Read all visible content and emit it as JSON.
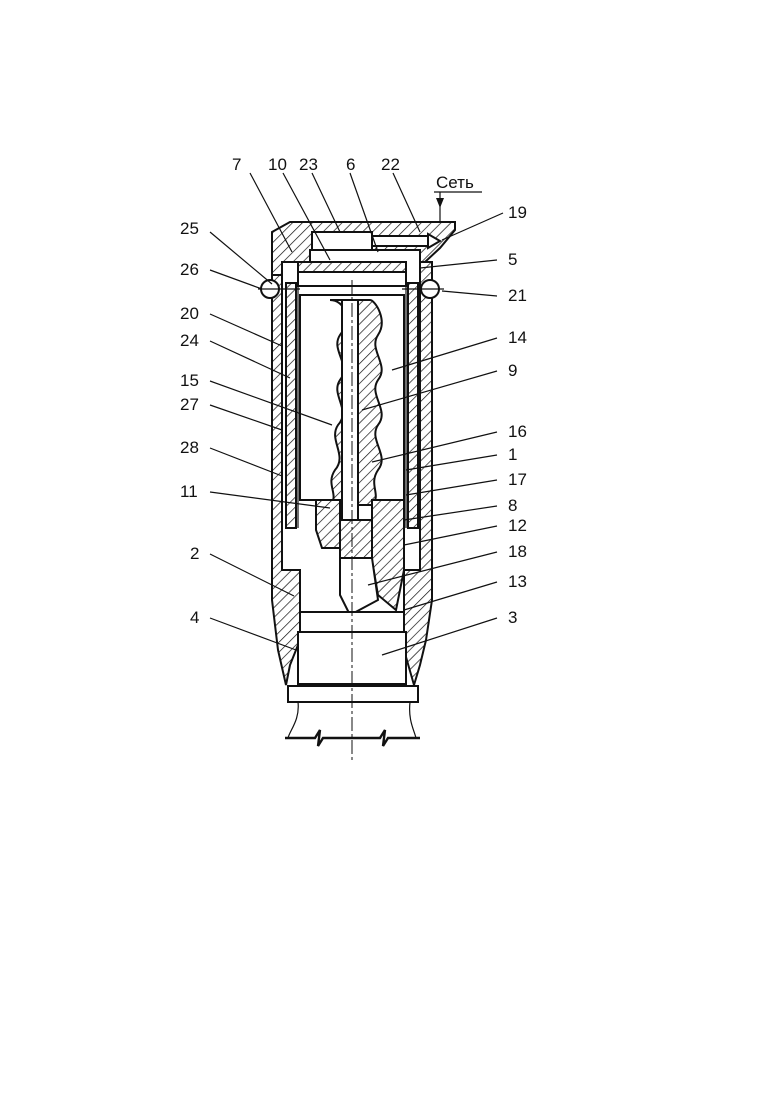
{
  "figure": {
    "network_label": "Сеть",
    "labels": {
      "l1": "1",
      "l2": "2",
      "l3": "3",
      "l4": "4",
      "l5": "5",
      "l6": "6",
      "l7": "7",
      "l8": "8",
      "l9": "9",
      "l10": "10",
      "l11": "11",
      "l12": "12",
      "l13": "13",
      "l14": "14",
      "l15": "15",
      "l16": "16",
      "l17": "17",
      "l18": "18",
      "l19": "19",
      "l20": "20",
      "l21": "21",
      "l22": "22",
      "l23": "23",
      "l24": "24",
      "l25": "25",
      "l26": "26",
      "l27": "27",
      "l28": "28"
    }
  },
  "colors": {
    "ink": "#111111",
    "paper": "#ffffff"
  }
}
